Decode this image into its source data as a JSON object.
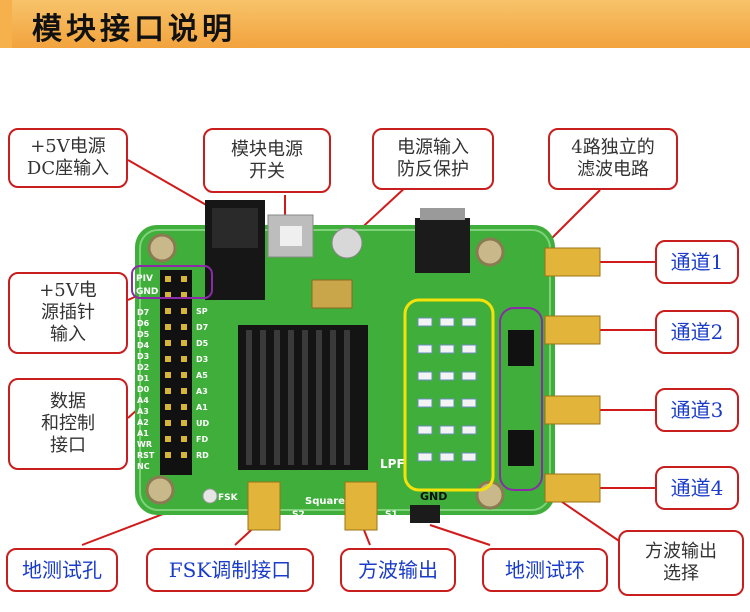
{
  "title": "模块接口说明",
  "callouts": {
    "dc_input": "+5V电源\nDC座输入",
    "power_switch": "模块电源\n开关",
    "reverse_protect": "电源输入\n防反保护",
    "filters": "4路独立的\n滤波电路",
    "pin_input": "+5V电\n源插针\n输入",
    "data_ctrl": "数据\n和控制\n接口",
    "ch1": "通道1",
    "ch2": "通道2",
    "ch3": "通道3",
    "ch4": "通道4",
    "gnd_hole": "地测试孔",
    "fsk": "FSK调制接口",
    "square_out": "方波输出",
    "gnd_ring": "地测试环",
    "square_select": "方波输出\n选择"
  },
  "board_labels": {
    "piv": "PIV",
    "gnd": "GND",
    "lpf": "LPF",
    "square": "Square",
    "fsk": "FSK",
    "s1": "S1",
    "s2": "S2",
    "gnd_bottom": "GND",
    "pins_left": [
      "D7",
      "D6",
      "D5",
      "D4",
      "D3",
      "D2",
      "D1",
      "D0",
      "A4",
      "A3",
      "A2",
      "A1",
      "WR",
      "RST",
      "NC"
    ],
    "pins_right": [
      "SP",
      "D7",
      "D5",
      "D3",
      "A5",
      "A3",
      "A1",
      "UD",
      "FD",
      "RD"
    ]
  },
  "colors": {
    "callout_border": "#c81e1e",
    "channel_text": "#1a3cc8",
    "pcb": "#3fae3a",
    "title_bar": "#f2a33d"
  }
}
